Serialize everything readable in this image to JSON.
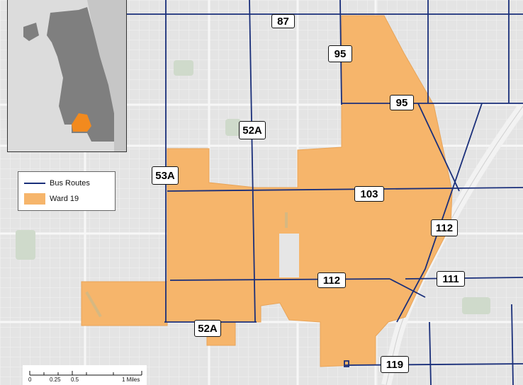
{
  "route_labels": [
    {
      "id": "87",
      "text": "87"
    },
    {
      "id": "95a",
      "text": "95"
    },
    {
      "id": "95b",
      "text": "95"
    },
    {
      "id": "52Aa",
      "text": "52A"
    },
    {
      "id": "53A",
      "text": "53A"
    },
    {
      "id": "103",
      "text": "103"
    },
    {
      "id": "112a",
      "text": "112"
    },
    {
      "id": "112b",
      "text": "112"
    },
    {
      "id": "111",
      "text": "111"
    },
    {
      "id": "52Ab",
      "text": "52A"
    },
    {
      "id": "119",
      "text": "119"
    }
  ],
  "legend": {
    "bus_routes": "Bus Routes",
    "ward": "Ward 19"
  },
  "scale_bar": {
    "ticks": [
      "0",
      "0.25",
      "0.5",
      "1 Miles"
    ]
  },
  "colors": {
    "route": "#1a2f7a",
    "ward_fill": "#f6b56b",
    "ward_highlight": "#f28a1e",
    "city": "#7f7f7f",
    "water": "#c9c9c9",
    "background": "#e6e6e6"
  }
}
